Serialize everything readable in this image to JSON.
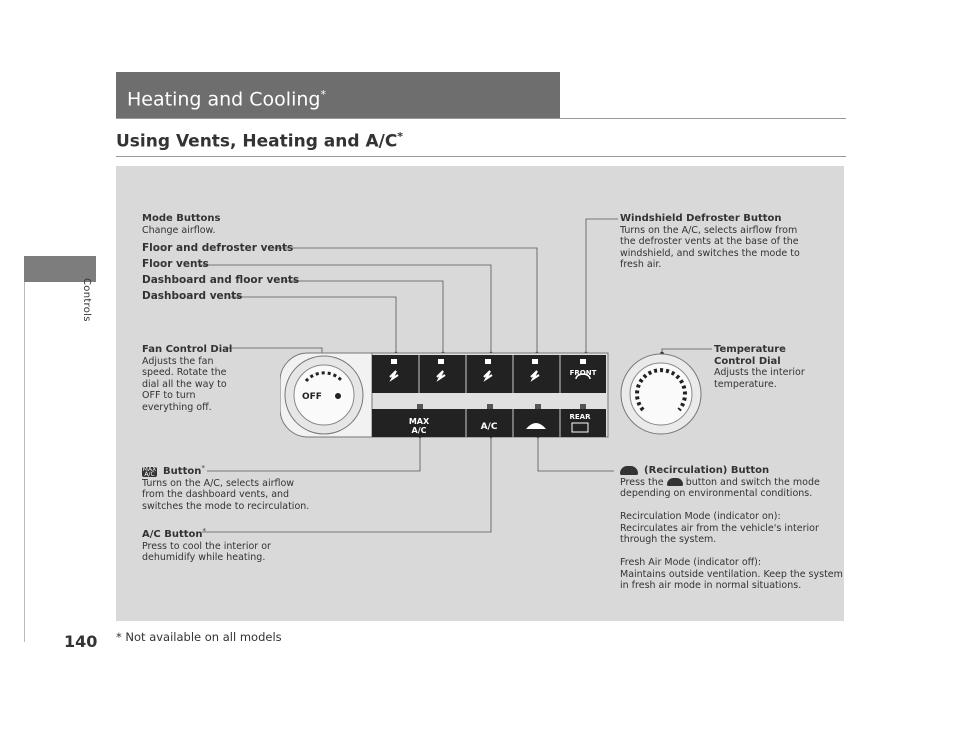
{
  "page": {
    "number": "140",
    "section": "Controls",
    "footnote": "* Not available on all models"
  },
  "banner": {
    "title": "Heating and Cooling",
    "mark": "*"
  },
  "heading": {
    "title": "Using Vents, Heating and A/C",
    "mark": "*"
  },
  "mode_buttons": {
    "title": "Mode Buttons",
    "desc": "Change airflow.",
    "items": [
      "Floor and defroster vents",
      "Floor vents",
      "Dashboard and floor vents",
      "Dashboard vents"
    ]
  },
  "windshield": {
    "title": "Windshield Defroster Button",
    "lines": [
      "Turns on the A/C, selects airflow from",
      "the defroster vents at the base of the",
      "windshield, and switches the mode to",
      "fresh air."
    ]
  },
  "fan": {
    "title": "Fan Control Dial",
    "lines": [
      "Adjusts the fan",
      "speed. Rotate the",
      "dial all the way to",
      "OFF to turn",
      "everything off."
    ],
    "off_label": "OFF"
  },
  "temperature": {
    "title1": "Temperature",
    "title2": "Control Dial",
    "lines": [
      "Adjusts the interior",
      "temperature."
    ]
  },
  "max_ac": {
    "icon_top": "MAX",
    "icon_bottom": "A/C",
    "title": "Button",
    "mark": "*",
    "lines": [
      "Turns on the A/C, selects airflow",
      "from the dashboard vents, and",
      "switches the mode to recirculation."
    ]
  },
  "ac": {
    "title": "A/C Button",
    "mark": "*",
    "lines": [
      "Press to cool the interior or",
      "dehumidify while heating."
    ]
  },
  "recirc": {
    "title": "(Recirculation) Button",
    "line1a": "Press the",
    "line1b": "button and switch the mode",
    "lines": [
      "depending on environmental conditions.",
      "",
      "Recirculation Mode (indicator on):",
      "Recirculates air from the vehicle's interior",
      "through the system.",
      "",
      "Fresh Air Mode (indicator off):",
      "Maintains outside ventilation. Keep the system",
      "in fresh air mode in normal situations."
    ]
  },
  "panel": {
    "front_label": "FRONT",
    "rear_label": "REAR",
    "max_top": "MAX",
    "max_bottom": "A/C",
    "ac_label": "A/C"
  }
}
